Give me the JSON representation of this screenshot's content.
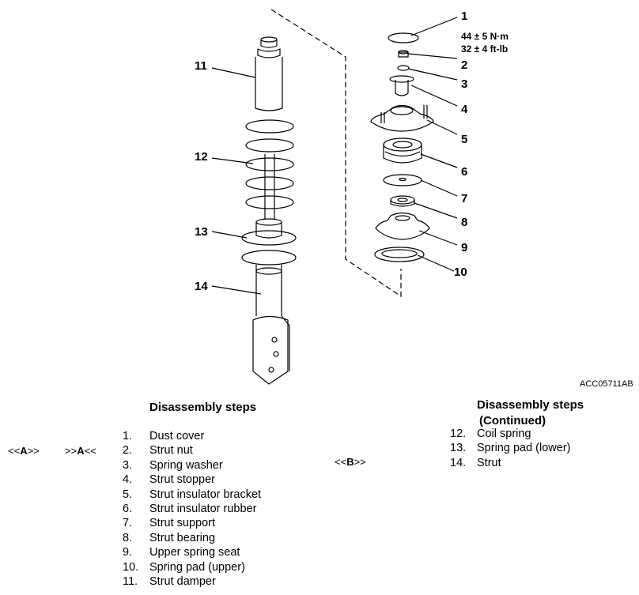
{
  "diagram": {
    "callouts": [
      "1",
      "2",
      "3",
      "4",
      "5",
      "6",
      "7",
      "8",
      "9",
      "10",
      "11",
      "12",
      "13",
      "14"
    ],
    "torque": [
      "44 ± 5 N·m",
      "32 ± 4 ft-lb"
    ],
    "code": "ACC05711AB"
  },
  "left_column": {
    "heading": "Disassembly steps",
    "steps": [
      {
        "num": "1.",
        "text": "Dust cover"
      },
      {
        "num": "2.",
        "text": "Strut nut"
      },
      {
        "num": "3.",
        "text": "Spring washer"
      },
      {
        "num": "4.",
        "text": "Strut stopper"
      },
      {
        "num": "5.",
        "text": "Strut insulator bracket"
      },
      {
        "num": "6.",
        "text": "Strut insulator rubber"
      },
      {
        "num": "7.",
        "text": "Strut support"
      },
      {
        "num": "8.",
        "text": "Strut bearing"
      },
      {
        "num": "9.",
        "text": "Upper spring seat"
      },
      {
        "num": "10.",
        "text": "Spring pad (upper)"
      },
      {
        "num": "11.",
        "text": "Strut damper"
      }
    ]
  },
  "right_column": {
    "heading_line1": "Disassembly steps",
    "heading_line2": "(Continued)",
    "steps": [
      {
        "num": "12.",
        "text": "Coil spring"
      },
      {
        "num": "13.",
        "text": "Spring pad (lower)"
      },
      {
        "num": "14.",
        "text": "Strut"
      }
    ]
  },
  "markers": {
    "a_left_open": "<<",
    "a_left_letter": "A",
    "a_left_close": ">>",
    "a_right_open": ">>",
    "a_right_letter": "A",
    "a_right_close": "<<",
    "b_open": "<<",
    "b_letter": "B",
    "b_close": ">>"
  }
}
